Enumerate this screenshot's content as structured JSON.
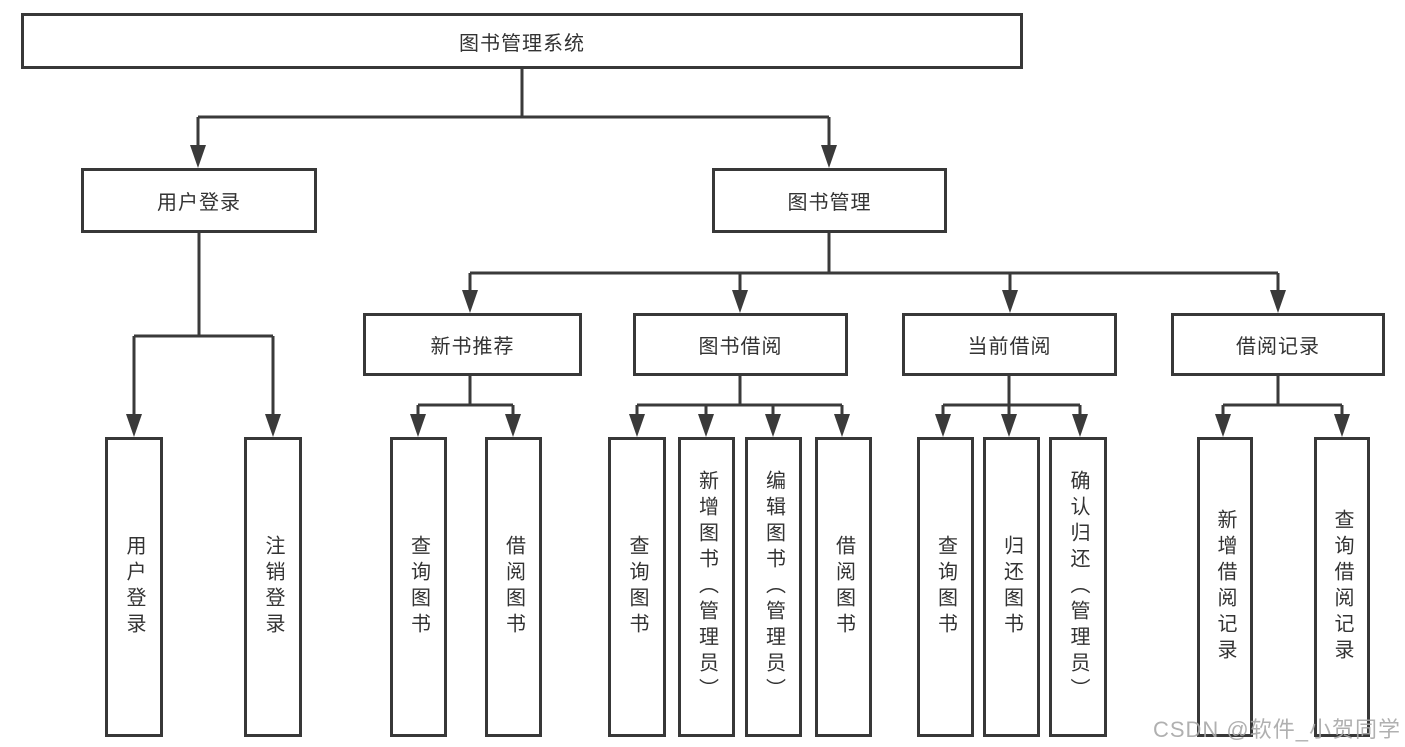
{
  "diagram": {
    "title": "图书管理系统",
    "watermark": "CSDN @软件_小贺同学",
    "colors": {
      "line": "#3a3a3a",
      "box_border": "#383838",
      "text": "#333333",
      "background": "#ffffff",
      "watermark": "#a8a8a8"
    },
    "nodes": {
      "root": "图书管理系统",
      "user_login": "用户登录",
      "book_mgmt": "图书管理",
      "new_book": "新书推荐",
      "book_borrow": "图书借阅",
      "current_borrow": "当前借阅",
      "borrow_records": "借阅记录",
      "leaf_user_login": "用户登录",
      "leaf_logout": "注销登录",
      "leaf_nb_query": "查询图书",
      "leaf_nb_borrow": "借阅图书",
      "leaf_bb_query": "查询图书",
      "leaf_bb_add": "新增图书（管理员）",
      "leaf_bb_edit": "编辑图书（管理员）",
      "leaf_bb_borrow": "借阅图书",
      "leaf_cb_query": "查询图书",
      "leaf_cb_return": "归还图书",
      "leaf_cb_confirm": "确认归还（管理员）",
      "leaf_br_add": "新增借阅记录",
      "leaf_br_query": "查询借阅记录"
    },
    "hierarchy": {
      "图书管理系统": [
        "用户登录",
        "图书管理"
      ],
      "用户登录": [
        "用户登录",
        "注销登录"
      ],
      "图书管理": [
        "新书推荐",
        "图书借阅",
        "当前借阅",
        "借阅记录"
      ],
      "新书推荐": [
        "查询图书",
        "借阅图书"
      ],
      "图书借阅": [
        "查询图书",
        "新增图书（管理员）",
        "编辑图书（管理员）",
        "借阅图书"
      ],
      "当前借阅": [
        "查询图书",
        "归还图书",
        "确认归还（管理员）"
      ],
      "借阅记录": [
        "新增借阅记录",
        "查询借阅记录"
      ]
    }
  }
}
